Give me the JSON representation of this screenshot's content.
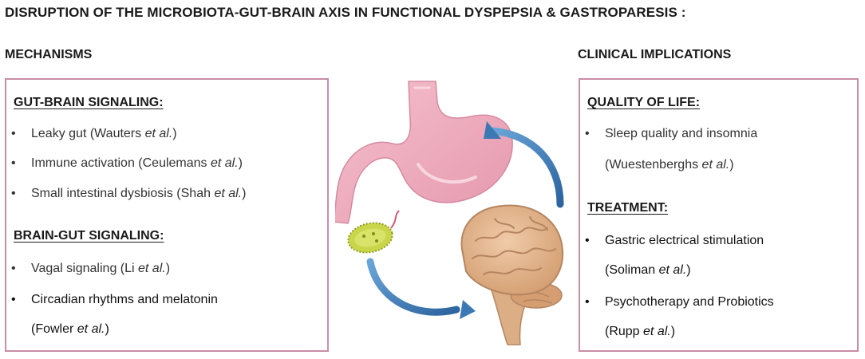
{
  "title": "DISRUPTION OF THE MICROBIOTA-GUT-BRAIN AXIS IN FUNCTIONAL DYSPEPSIA & GASTROPARESIS :",
  "left_column": {
    "heading": "MECHANISMS",
    "sections": [
      {
        "title": "GUT-BRAIN SIGNALING:",
        "items": [
          {
            "text": "Leaky gut (Wauters ",
            "etal": "et al.",
            "close": ")"
          },
          {
            "text": "Immune activation (Ceulemans ",
            "etal": "et al.",
            "close": ")"
          },
          {
            "text": "Small intestinal dysbiosis (Shah ",
            "etal": "et al.",
            "close": ")"
          }
        ]
      },
      {
        "title": "BRAIN-GUT SIGNALING:",
        "items": [
          {
            "text": "Vagal signaling (Li ",
            "etal": "et al.",
            "close": ")"
          },
          {
            "text": "Circadian rhythms and melatonin",
            "cont": "(Fowler ",
            "etal": "et al.",
            "close": ")"
          }
        ]
      }
    ]
  },
  "right_column": {
    "heading": "CLINICAL IMPLICATIONS",
    "sections": [
      {
        "title": "QUALITY OF LIFE:",
        "items": [
          {
            "text": "Sleep quality and insomnia",
            "cont": "(Wuestenberghs ",
            "etal": "et al.",
            "close": ")"
          }
        ]
      },
      {
        "title": "TREATMENT:",
        "items": [
          {
            "text": "Gastric electrical stimulation",
            "cont": "(Soliman ",
            "etal": "et al.",
            "close": ")"
          },
          {
            "text": "Psychotherapy and Probiotics",
            "cont": "(Rupp ",
            "etal": "et al.",
            "close": ")"
          }
        ]
      }
    ]
  },
  "bullet": "•",
  "colors": {
    "panel_border": "#c98ea5",
    "stomach": "#eea9bb",
    "brain": "#e0b48c",
    "arrow": "#3c78b4",
    "bacterium": "#c9d64a"
  },
  "icons": [
    "stomach-icon",
    "brain-icon",
    "bacterium-icon",
    "circular-arrow-icon"
  ]
}
